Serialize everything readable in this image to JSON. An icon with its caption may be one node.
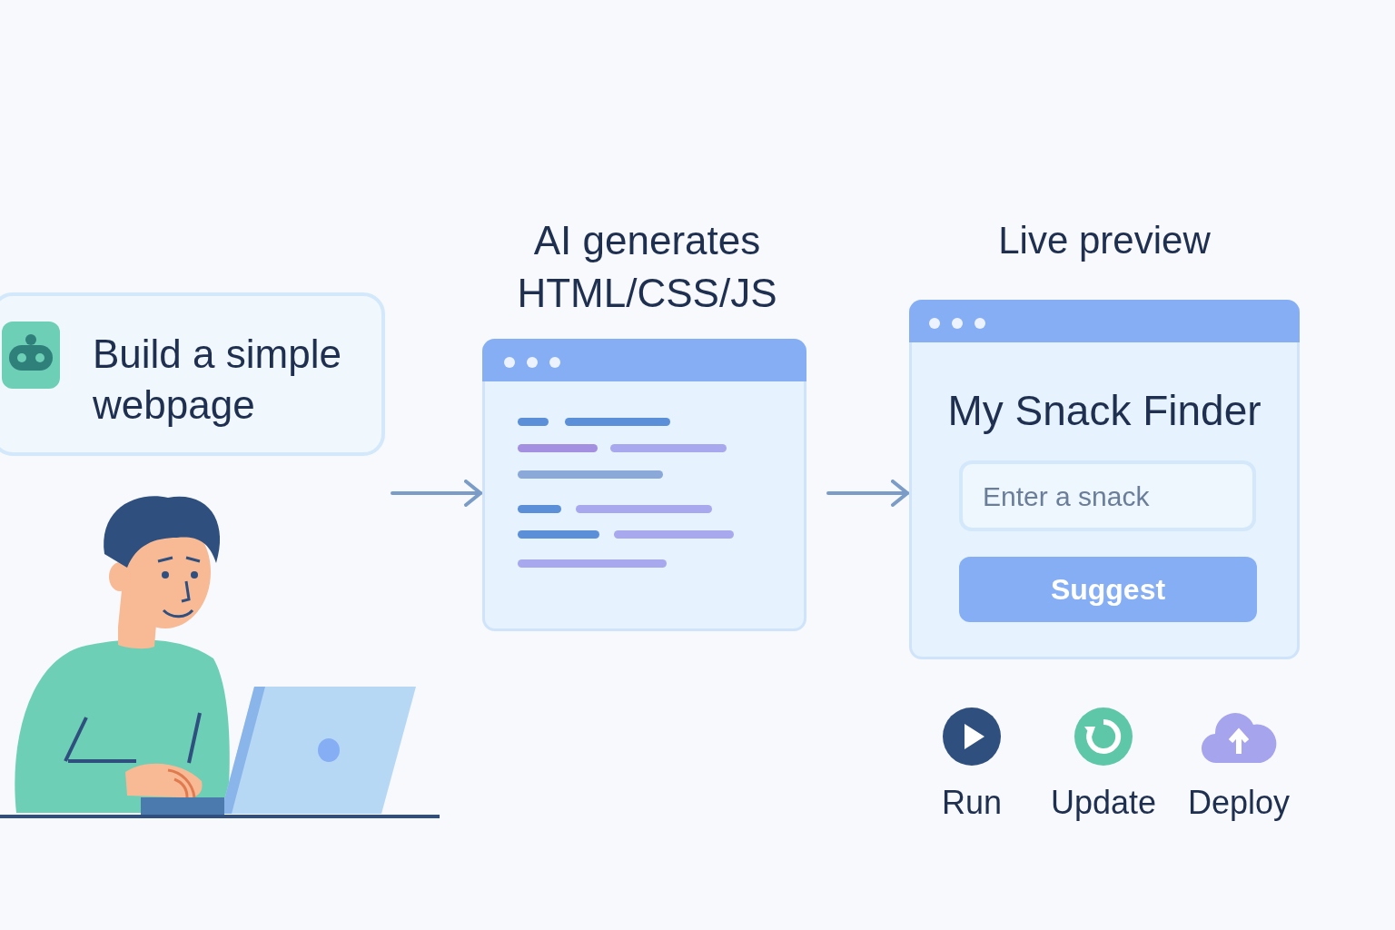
{
  "diagram": {
    "nodes": [
      {
        "text": [
          "Build a simple webpage"
        ]
      },
      {
        "text": [
          "AI generates HTML/CSS/JS"
        ]
      },
      {
        "text": [
          "Live preview",
          "My Snack Finder"
        ]
      },
      {
        "text": [
          "Enter a snack"
        ],
        "in": 2
      },
      {
        "text": [
          "Suggest"
        ],
        "in": 2
      }
    ],
    "edges": [
      {
        "from": 0,
        "to": 1,
        "arrow": "to"
      },
      {
        "from": 1,
        "to": 2,
        "arrow": "to"
      }
    ],
    "labels": [
      "Run",
      "Update",
      "Deploy"
    ]
  }
}
